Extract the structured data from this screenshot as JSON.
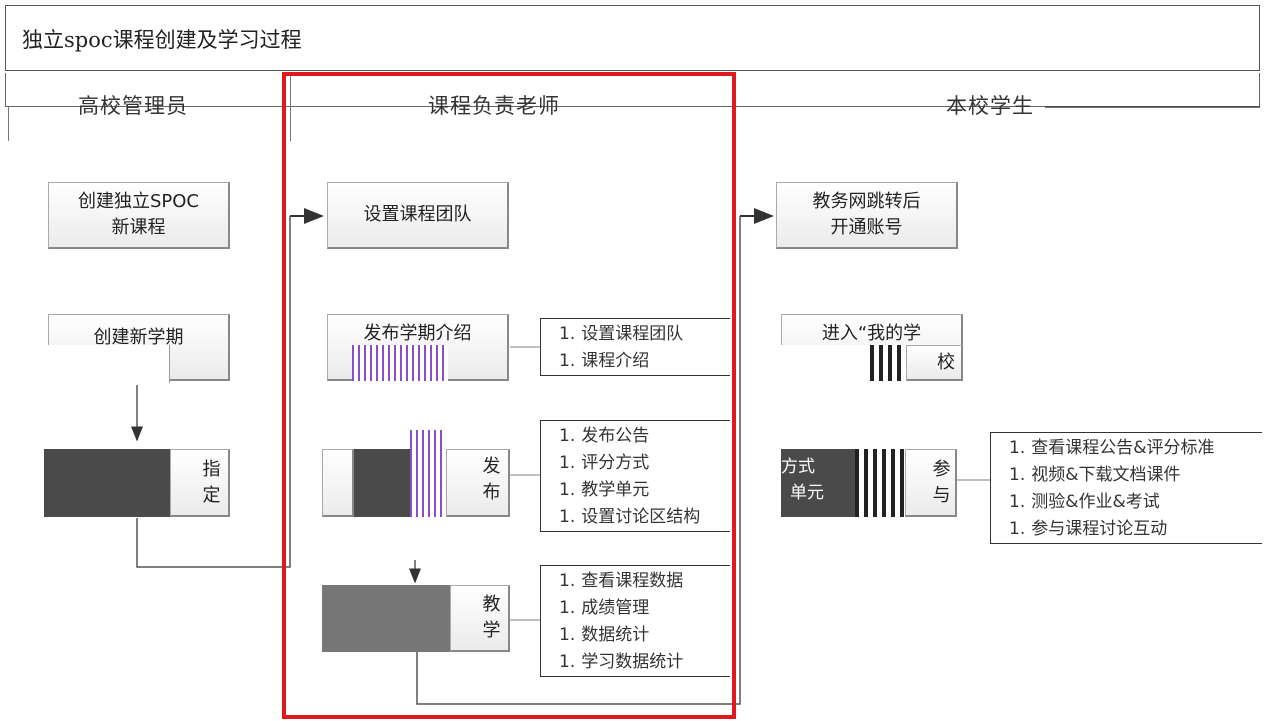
{
  "title": "独立spoc课程创建及学习过程",
  "lanes": {
    "admin": "高校管理员",
    "teacher": "课程负责老师",
    "student": "本校学生"
  },
  "admin": {
    "create_course": "创建独立SPOC\n新课程",
    "create_term": "创建新学期",
    "assign": "指定"
  },
  "teacher": {
    "set_team": "设置课程团队",
    "publish_intro": "发布学期介绍",
    "publish": "发布",
    "teach": "教学"
  },
  "student": {
    "open_account": "教务网跳转后\n开通账号",
    "enter_my": "进入“我的学",
    "school": "校",
    "join": "参与",
    "frag_method": "方式",
    "frag_unit": "单元"
  },
  "notes": {
    "intro_items": [
      "设置课程团队",
      "课程介绍"
    ],
    "publish_items": [
      "发布公告",
      "评分方式",
      "教学单元",
      "设置讨论区结构"
    ],
    "teach_items": [
      "查看课程数据",
      "成绩管理",
      "数据统计",
      "学习数据统计"
    ],
    "student_items": [
      "查看课程公告&评分标准",
      "视频&下载文档课件",
      "测验&作业&考试",
      "参与课程讨论互动"
    ]
  }
}
